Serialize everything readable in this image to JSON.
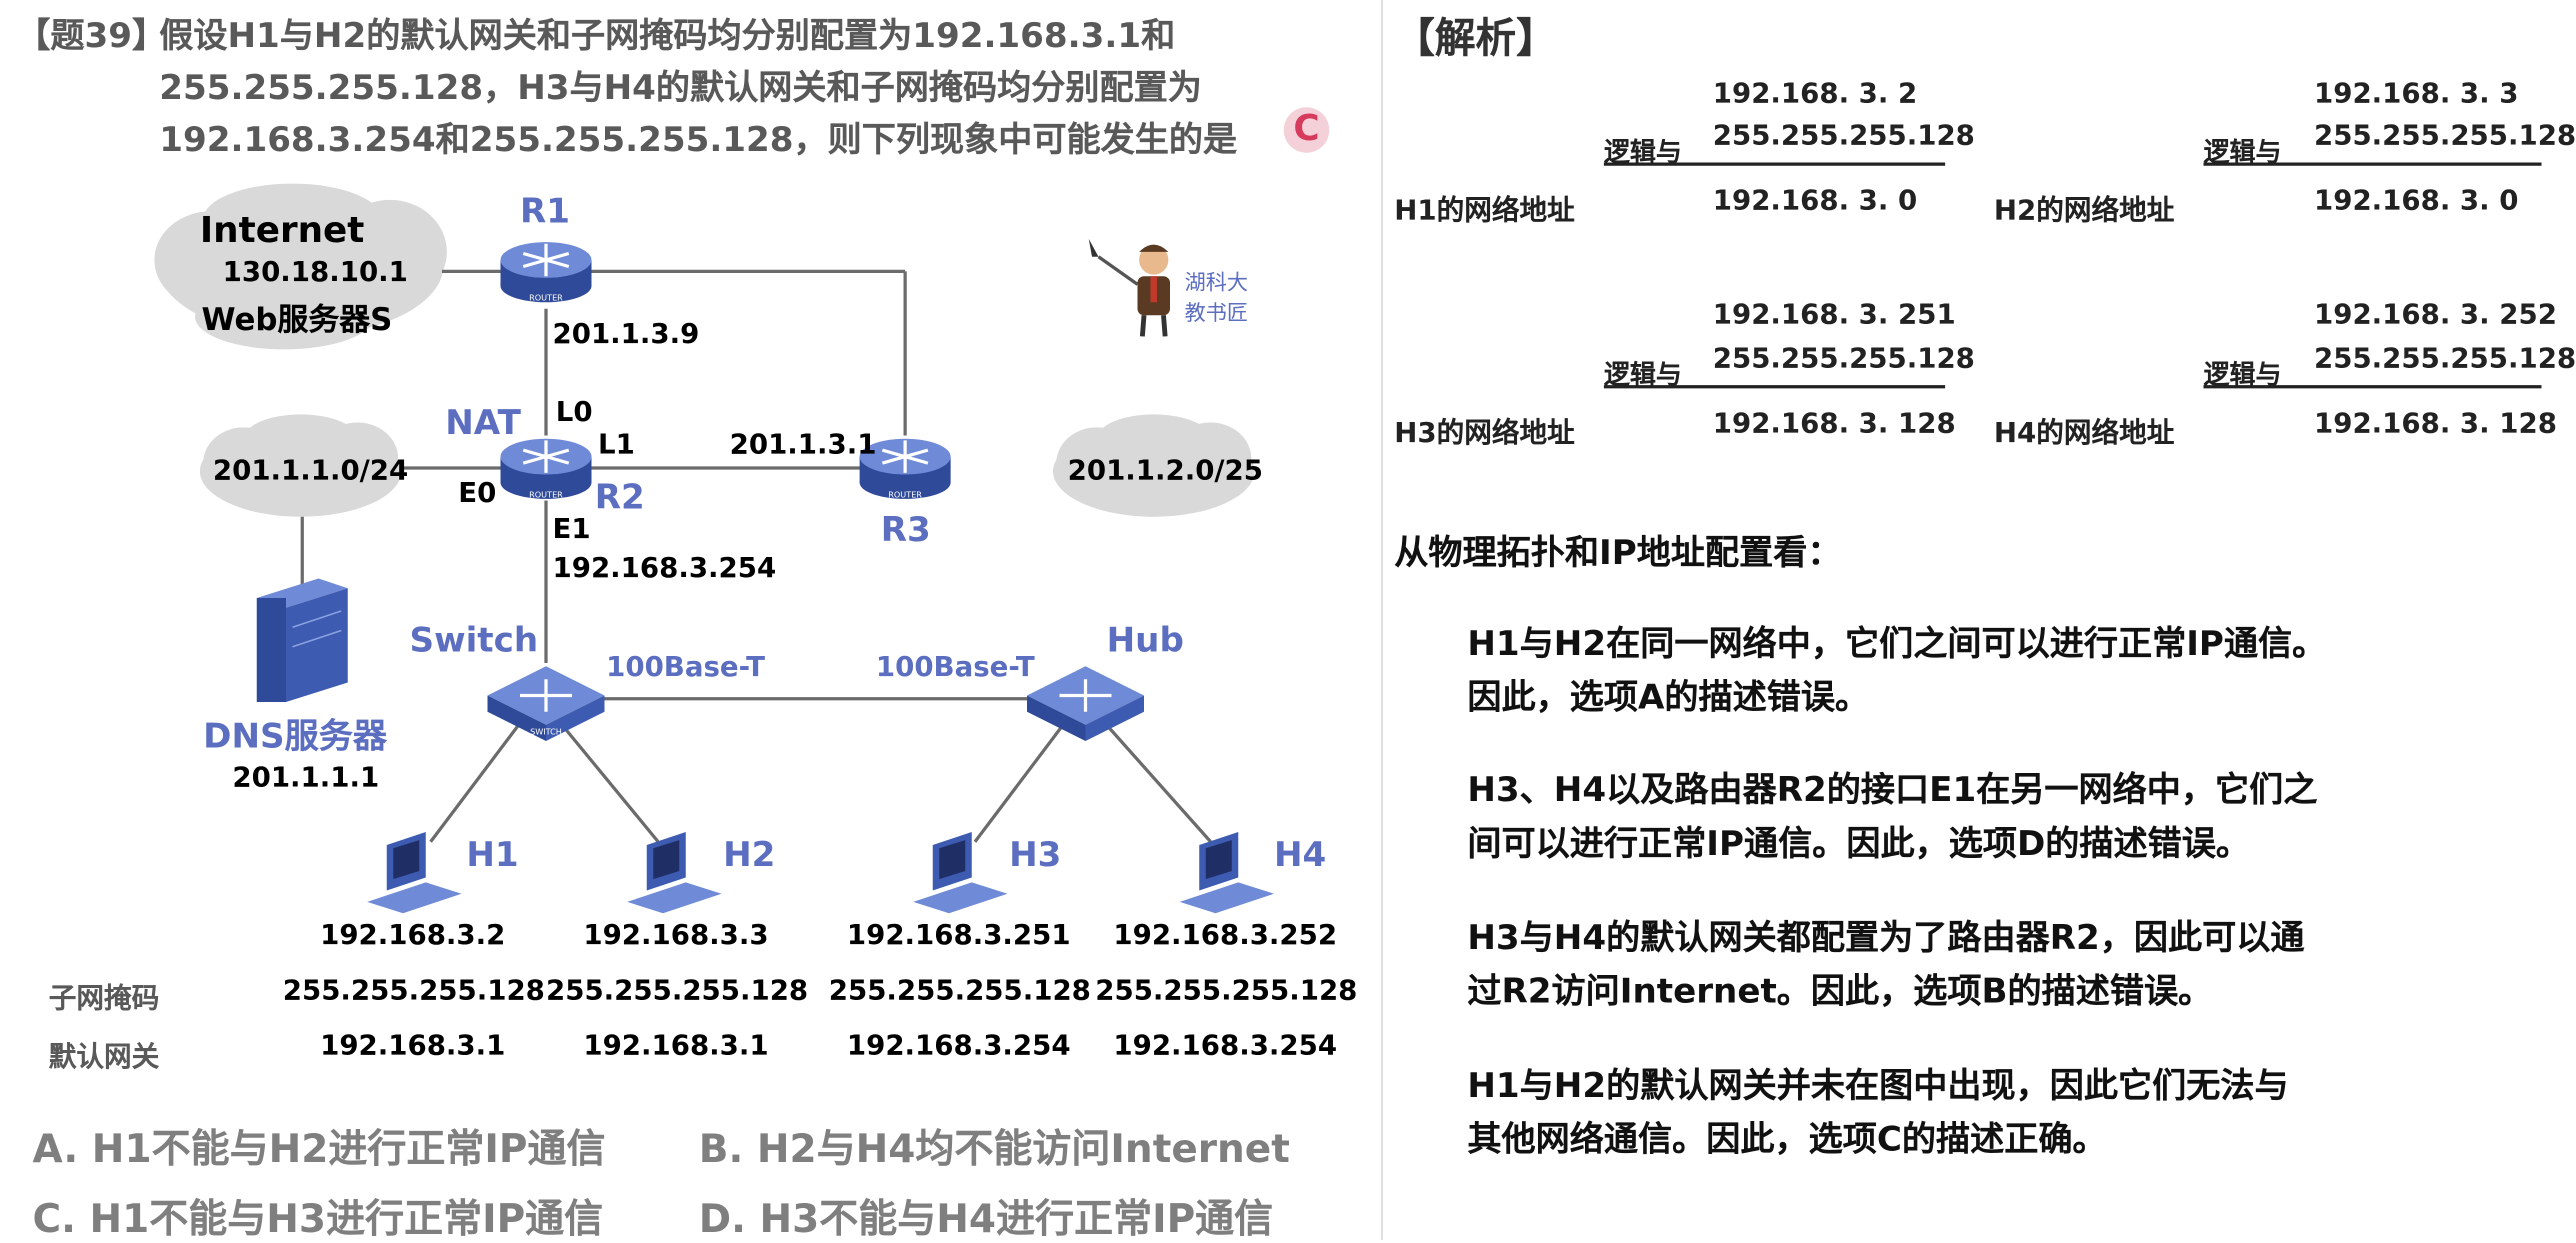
{
  "question": {
    "tag": "【题39】",
    "lines": [
      "假设H1与H2的默认网关和子网掩码均分别配置为192.168.3.1和",
      "255.255.255.128，H3与H4的默认网关和子网掩码均分别配置为",
      "192.168.3.254和255.255.255.128，则下列现象中可能发生的是"
    ],
    "answer": "C"
  },
  "diagram": {
    "internet_cloud": {
      "title": "Internet",
      "ip": "130.18.10.1",
      "server": "Web服务器S"
    },
    "r1": {
      "label": "R1",
      "link_ip": "201.1.3.9"
    },
    "nat_label": "NAT",
    "r2": {
      "label": "R2",
      "l0": "L0",
      "l1": "L1",
      "e0": "E0",
      "e1": "E1",
      "e1_ip": "192.168.3.254"
    },
    "r3": {
      "label": "R3",
      "link_ip": "201.1.3.1"
    },
    "cloud_left": "201.1.1.0/24",
    "cloud_right": "201.1.2.0/25",
    "dns": {
      "label": "DNS服务器",
      "ip": "201.1.1.1"
    },
    "switch_label": "Switch",
    "hub_label": "Hub",
    "link_left": "100Base-T",
    "link_right": "100Base-T",
    "router_caption": "ROUTER",
    "switch_caption": "SWITCH",
    "watermark": {
      "line1": "湖科大",
      "line2": "教书匠"
    },
    "row_labels": {
      "mask": "子网掩码",
      "gateway": "默认网关"
    },
    "hosts": [
      {
        "name": "H1",
        "ip": "192.168.3.2",
        "mask": "255.255.255.128",
        "gateway": "192.168.3.1"
      },
      {
        "name": "H2",
        "ip": "192.168.3.3",
        "mask": "255.255.255.128",
        "gateway": "192.168.3.1"
      },
      {
        "name": "H3",
        "ip": "192.168.3.251",
        "mask": "255.255.255.128",
        "gateway": "192.168.3.254"
      },
      {
        "name": "H4",
        "ip": "192.168.3.252",
        "mask": "255.255.255.128",
        "gateway": "192.168.3.254"
      }
    ]
  },
  "options": {
    "a": "A. H1不能与H2进行正常IP通信",
    "b": "B. H2与H4均不能访问Internet",
    "c": "C. H1不能与H3进行正常IP通信",
    "d": "D. H3不能与H4进行正常IP通信"
  },
  "solution": {
    "title": "【解析】",
    "calcs": [
      {
        "ip": "192.168.  3.    2",
        "op": "逻辑与",
        "mask": "255.255.255.128",
        "label": "H1的网络地址",
        "result": "192.168.  3.    0"
      },
      {
        "ip": "192.168.  3.    3",
        "op": "逻辑与",
        "mask": "255.255.255.128",
        "label": "H2的网络地址",
        "result": "192.168.  3.    0"
      },
      {
        "ip": "192.168.  3. 251",
        "op": "逻辑与",
        "mask": "255.255.255.128",
        "label": "H3的网络地址",
        "result": "192.168.  3. 128"
      },
      {
        "ip": "192.168.  3. 252",
        "op": "逻辑与",
        "mask": "255.255.255.128",
        "label": "H4的网络地址",
        "result": "192.168.  3. 128"
      }
    ],
    "subtitle": "从物理拓扑和IP地址配置看：",
    "paragraphs": [
      [
        "H1与H2在同一网络中，它们之间可以进行正常IP通信。",
        "因此，选项A的描述错误。"
      ],
      [
        "H3、H4以及路由器R2的接口E1在另一网络中，它们之",
        "间可以进行正常IP通信。因此，选项D的描述错误。"
      ],
      [
        "H3与H4的默认网关都配置为了路由器R2，因此可以通",
        "过R2访问Internet。因此，选项B的描述错误。"
      ],
      [
        "H1与H2的默认网关并未在图中出现，因此它们无法与",
        "其他网络通信。因此，选项C的描述正确。"
      ]
    ]
  },
  "colors": {
    "router_blue": "#4f6bbf",
    "label_blue": "#5b6ec0",
    "cloud_gray": "#d9d9d9",
    "answer_pink": "#d63a5c"
  }
}
